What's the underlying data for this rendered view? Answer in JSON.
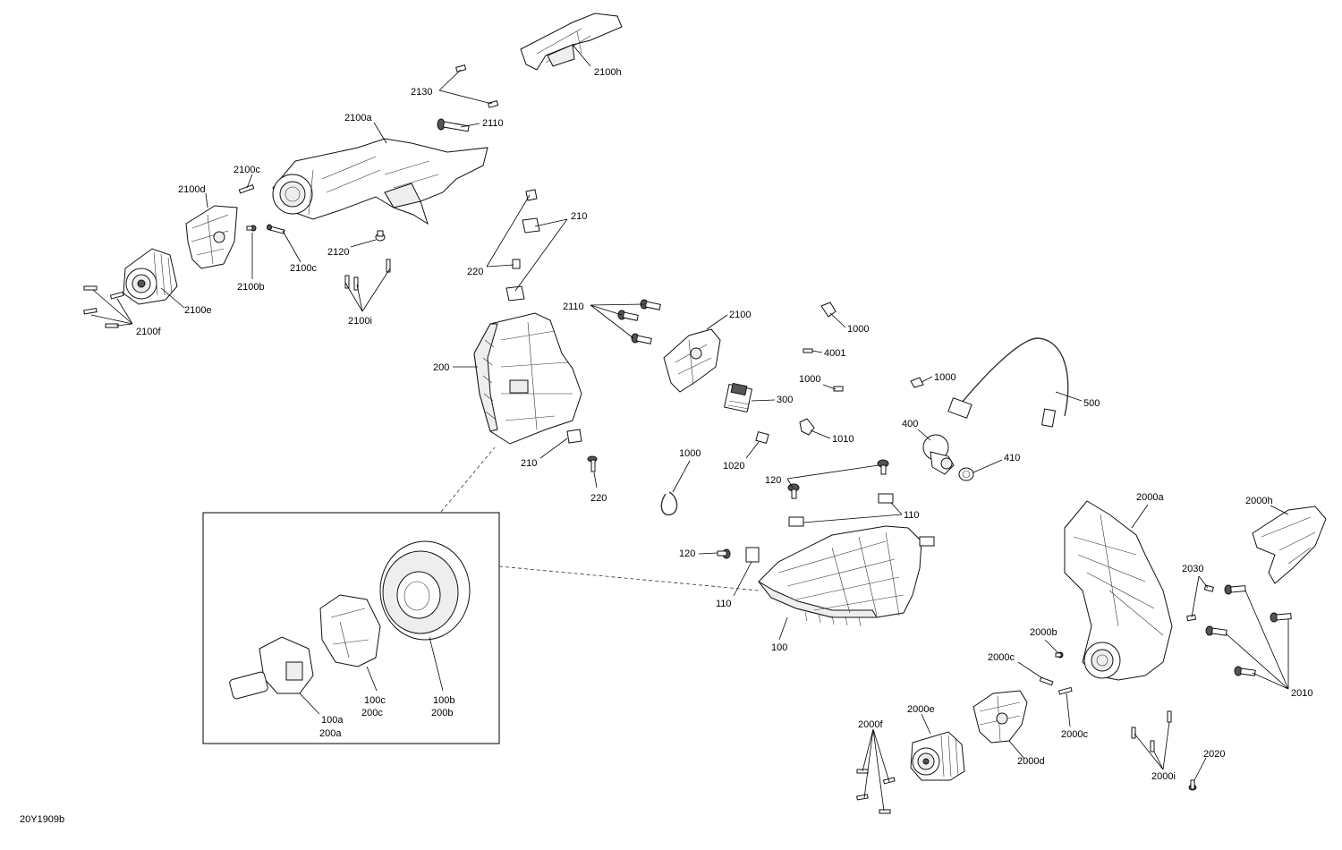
{
  "diagram": {
    "reference_code": "20Y1909b",
    "labels": {
      "l2100h": "2100h",
      "l2130": "2130",
      "l2110a": "2110",
      "l2100a": "2100a",
      "l2100c1": "2100c",
      "l2100d": "2100d",
      "l2100c2": "2100c",
      "l2100b": "2100b",
      "l2120": "2120",
      "l2100e": "2100e",
      "l2100f": "2100f",
      "l2100i": "2100i",
      "l210a": "210",
      "l220a": "220",
      "l2110b": "2110",
      "l2100": "2100",
      "l1000a": "1000",
      "l4001": "4001",
      "l1000b": "1000",
      "l1000c": "1000",
      "l200": "200",
      "l300": "300",
      "l500": "500",
      "l400": "400",
      "l1010": "1010",
      "l1020": "1020",
      "l410": "410",
      "l210b": "210",
      "l220b": "220",
      "l1000d": "1000",
      "l120a": "120",
      "l110a": "110",
      "l2000a": "2000a",
      "l2000h": "2000h",
      "l120b": "120",
      "l110b": "110",
      "l2030": "2030",
      "l100": "100",
      "l2000b": "2000b",
      "l2000c1": "2000c",
      "l2010": "2010",
      "l2000c2": "2000c",
      "l2000e": "2000e",
      "l2000f": "2000f",
      "l2000d": "2000d",
      "l2000i": "2000i",
      "l2020": "2020",
      "l100c": "100c",
      "l200c": "200c",
      "l100b": "100b",
      "l200b": "200b",
      "l100a": "100a",
      "l200a": "200a"
    }
  }
}
